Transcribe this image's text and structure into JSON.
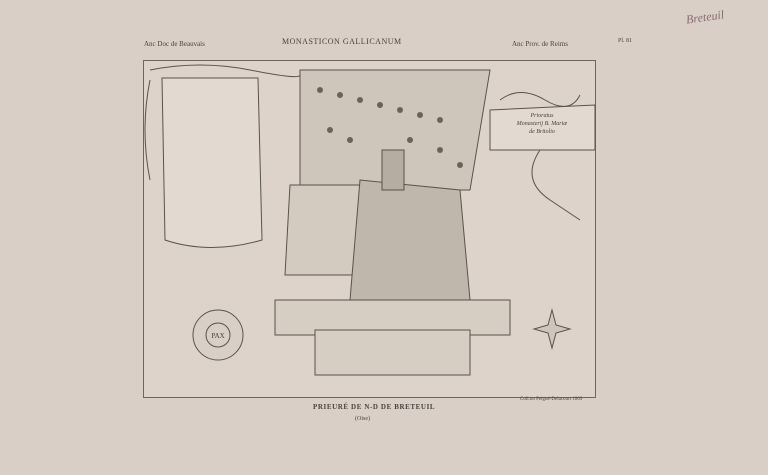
{
  "header": {
    "left": "Anc Doc de Beauvais",
    "center": "MONASTICON GALLICANUM",
    "right": "Anc Prov. de Reims",
    "plate": "Pl. 81"
  },
  "pencil_note": "Breteuil",
  "caption": {
    "title": "PRIEURÉ DE N-D DE BRETEUIL",
    "subtitle": "(Oise)",
    "credit": "Coll.on Peigné-Delacourt 1869"
  },
  "cartouche": {
    "line1": "Prioratus",
    "line2": "Monasterij B. Mariæ",
    "line3": "de Britolio"
  },
  "seal_text": "PAX"
}
